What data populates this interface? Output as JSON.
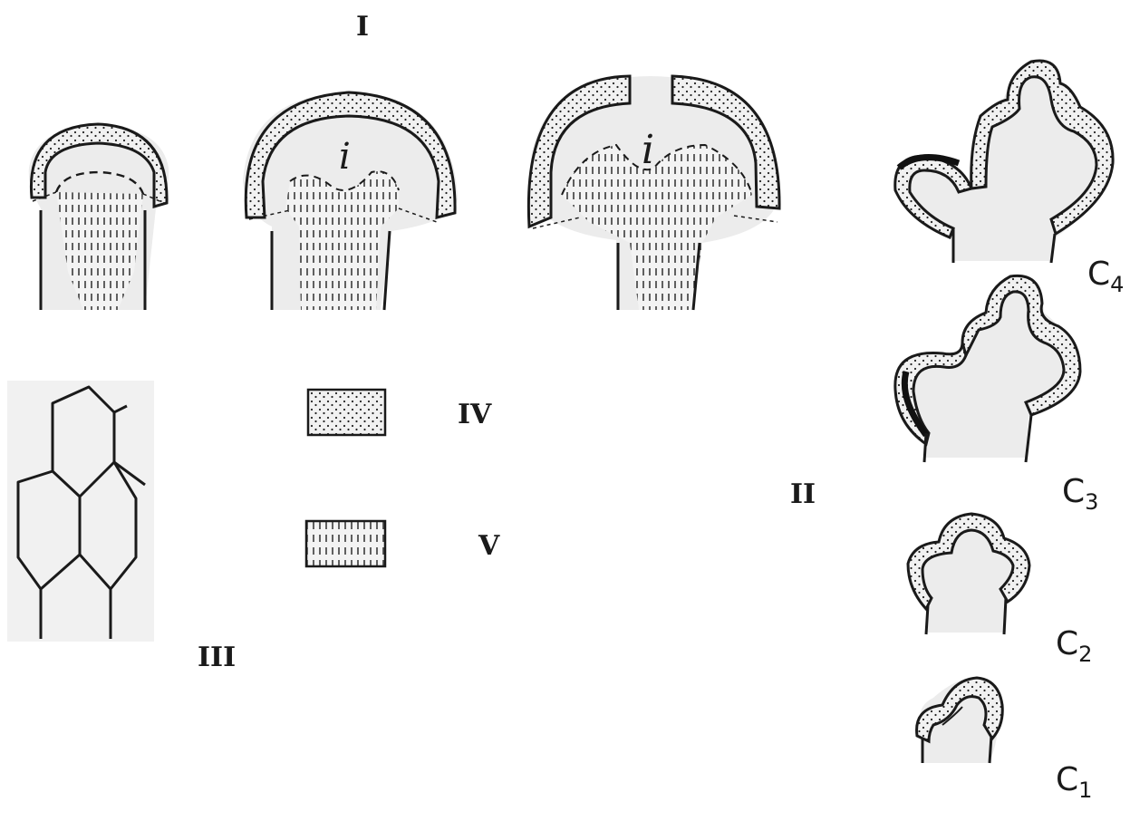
{
  "labels": {
    "group_I": "I",
    "group_II": "II",
    "group_III": "III",
    "legend_IV": "IV",
    "legend_V": "V",
    "inner_i": "i"
  },
  "stages": [
    {
      "letter": "C",
      "index": "4"
    },
    {
      "letter": "C",
      "index": "3"
    },
    {
      "letter": "C",
      "index": "2"
    },
    {
      "letter": "C",
      "index": "1"
    }
  ],
  "colors": {
    "ink": "#1a1a1a",
    "paper": "#ffffff",
    "tissue": "#ececec",
    "texture_bg": "#f1f1f1"
  }
}
